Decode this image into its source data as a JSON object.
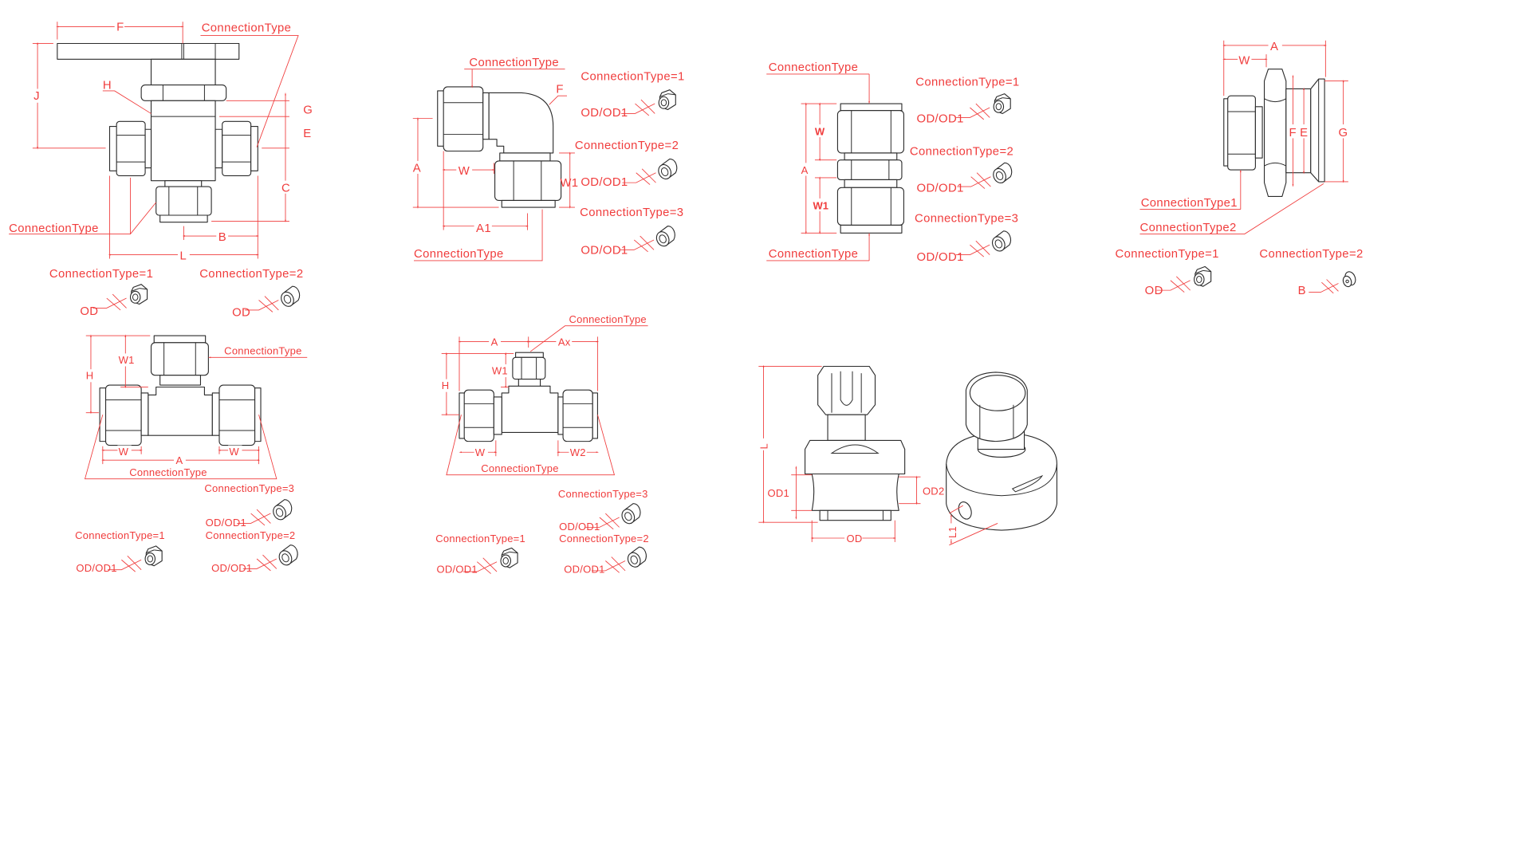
{
  "colors": {
    "dimension": "#f03c3c",
    "outline": "#2b2b2b",
    "background": "#ffffff"
  },
  "ball_valve": {
    "dim_F": "F",
    "conn_top": "ConnectionType",
    "dim_J": "J",
    "dim_H": "H",
    "dim_G": "G",
    "dim_E": "E",
    "dim_C": "C",
    "dim_B": "B",
    "dim_L": "L",
    "conn_left": "ConnectionType",
    "opt1": "ConnectionType=1",
    "opt2": "ConnectionType=2",
    "od1": "OD",
    "od2": "OD"
  },
  "elbow": {
    "conn_top": "ConnectionType",
    "dim_F": "F",
    "dim_A": "A",
    "dim_W": "W",
    "dim_W1": "W1",
    "dim_A1": "A1",
    "conn_bottom": "ConnectionType",
    "opt1": "ConnectionType=1",
    "opt2": "ConnectionType=2",
    "opt3": "ConnectionType=3",
    "od1": "OD/OD1",
    "od2": "OD/OD1",
    "od3": "OD/OD1"
  },
  "union": {
    "conn_top": "ConnectionType",
    "dim_W": "W",
    "dim_A": "A",
    "dim_W1": "W1",
    "conn_bottom": "ConnectionType",
    "opt1": "ConnectionType=1",
    "opt2": "ConnectionType=2",
    "opt3": "ConnectionType=3",
    "od1": "OD/OD1",
    "od2": "OD/OD1",
    "od3": "OD/OD1"
  },
  "bulkhead": {
    "dim_A": "A",
    "dim_W": "W",
    "dim_F": "F",
    "dim_E": "E",
    "dim_G": "G",
    "conn1": "ConnectionType1",
    "conn2": "ConnectionType2",
    "opt1": "ConnectionType=1",
    "opt2": "ConnectionType=2",
    "od": "OD",
    "dim_B": "B"
  },
  "tee": {
    "dim_W1": "W1",
    "dim_H": "H",
    "conn_branch": "ConnectionType",
    "dim_W_left": "W",
    "dim_W_right": "W",
    "dim_A": "A",
    "conn_run": "ConnectionType",
    "opt3": "ConnectionType=3",
    "od3": "OD/OD1",
    "opt1": "ConnectionType=1",
    "od1": "OD/OD1",
    "opt2": "ConnectionType=2",
    "od2": "OD/OD1"
  },
  "reducing_tee": {
    "conn_branch": "ConnectionType",
    "dim_A": "A",
    "dim_Ax": "Ax",
    "dim_H": "H",
    "dim_W1": "W1",
    "dim_W": "W",
    "dim_W2": "W2",
    "conn_run": "ConnectionType",
    "opt3": "ConnectionType=3",
    "od3": "OD/OD1",
    "opt1": "ConnectionType=1",
    "od1": "OD/OD1",
    "opt2": "ConnectionType=2",
    "od2": "OD/OD1"
  },
  "regulator": {
    "dim_L": "L",
    "dim_OD1": "OD1",
    "dim_OD2": "OD2",
    "dim_OD": "OD",
    "dim_L1": "L1"
  }
}
